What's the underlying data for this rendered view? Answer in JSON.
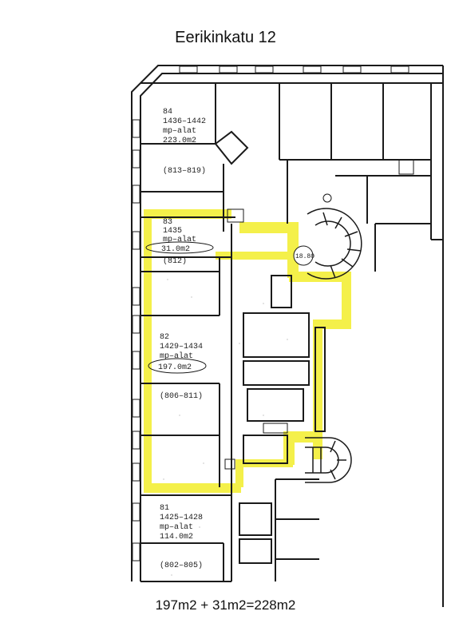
{
  "page": {
    "title": "Eerikinkatu 12",
    "summary": "197m2 + 31m2=228m2"
  },
  "units": [
    {
      "number": "84",
      "range": "1436–1442",
      "type": "mp–alat",
      "area": "223.0m2"
    },
    {
      "number": "83",
      "range": "1435",
      "type": "mp–alat",
      "area": "31.0m2",
      "sub": "(812)"
    },
    {
      "number": "82",
      "range": "1429–1434",
      "type": "mp–alat",
      "area": "197.0m2"
    },
    {
      "number": "81",
      "range": "1425–1428",
      "type": "mp–alat",
      "area": "114.0m2"
    }
  ],
  "room_ranges": {
    "r813": "(813–819)",
    "r806": "(806–811)",
    "r802": "(802–805)"
  },
  "elevation": "18.80",
  "colors": {
    "highlight": "#f2ee3e",
    "wall": "#1a1a1a"
  }
}
